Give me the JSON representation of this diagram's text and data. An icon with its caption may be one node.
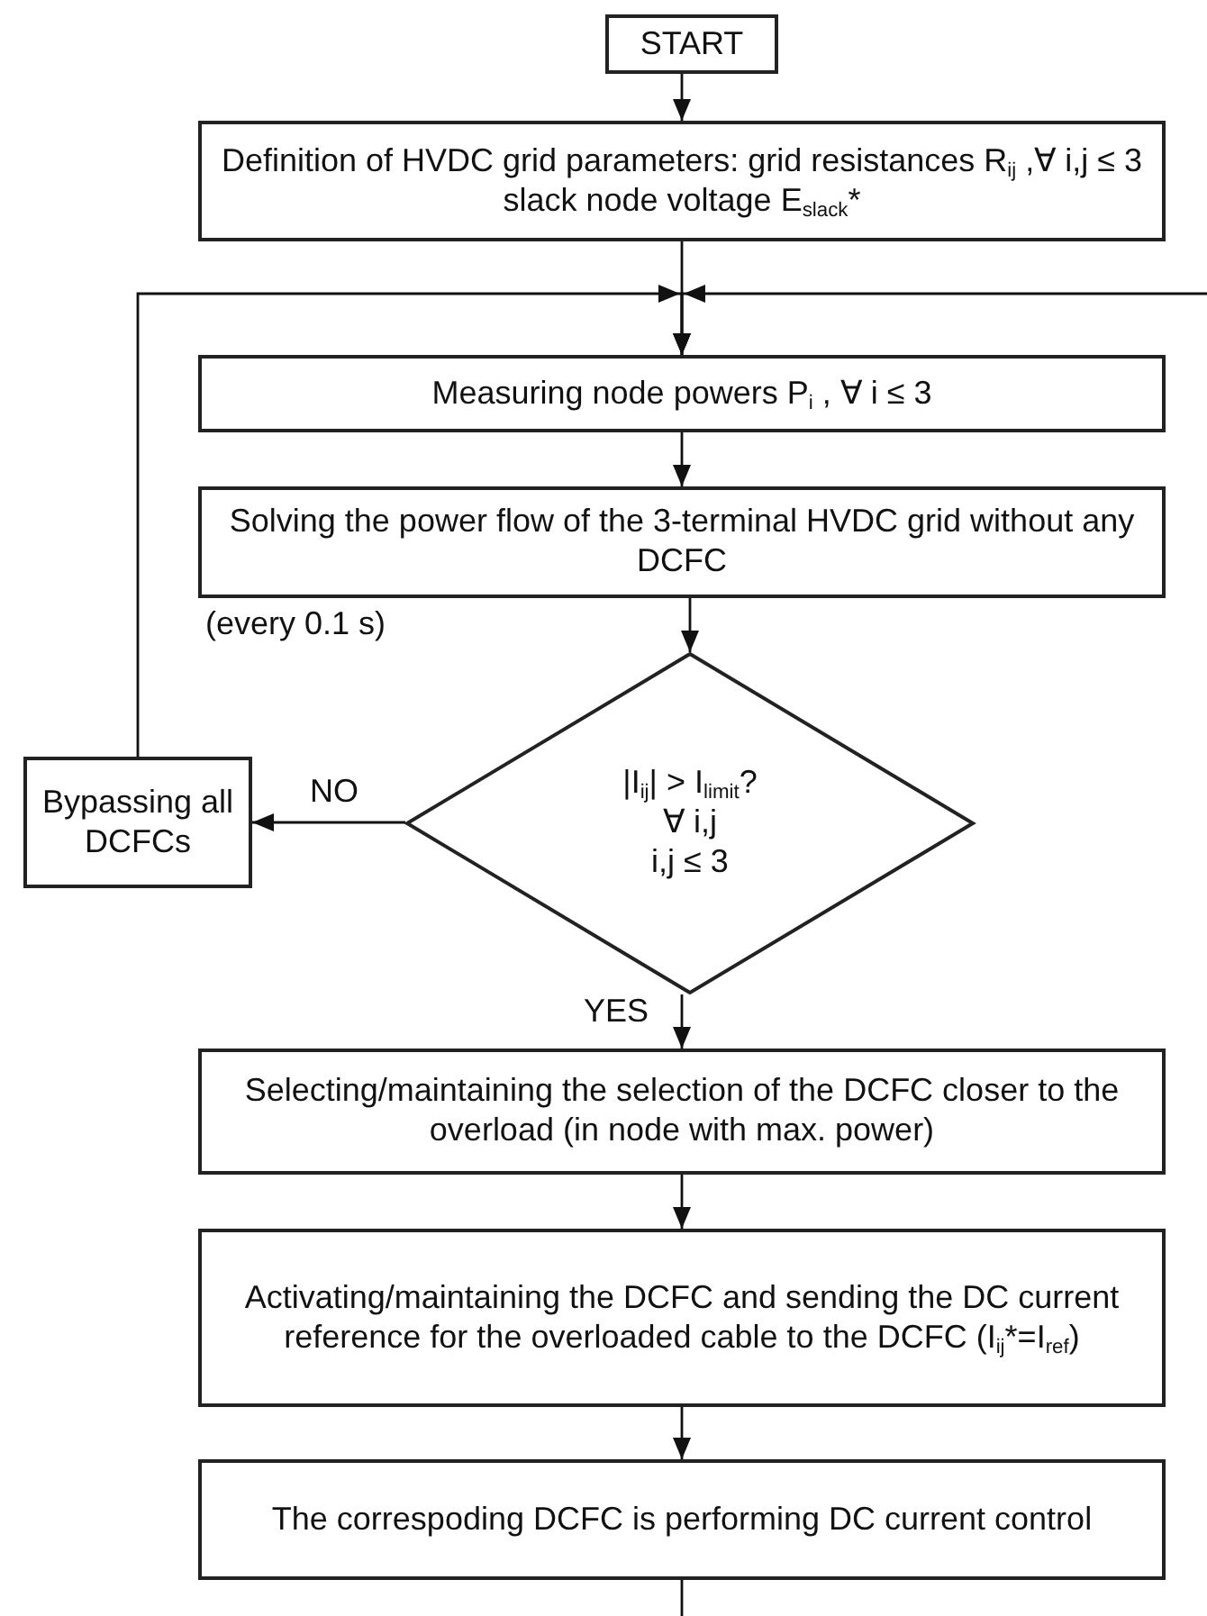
{
  "diagram": {
    "nodes": [
      {
        "text": [
          "START"
        ]
      },
      {
        "text": [
          "Definition of HVDC grid parameters: grid resistances R$_{ij}$ ,∀ i,j ≤ 3  slack node voltage E$_{slack}$*"
        ]
      },
      {
        "text": [
          "Measuring node powers P$_{i}$ , ∀ i ≤ 3"
        ]
      },
      {
        "text": [
          "Solving the power flow of the 3-terminal HVDC grid without any DCFC"
        ],
        "beside": [
          "(every 0.1 s)"
        ]
      },
      {
        "text": [
          "|I$_{ij}$| > I$_{limit}$?",
          "∀ i,j",
          "i,j ≤ 3"
        ]
      },
      {
        "text": [
          "Bypassing all DCFCs"
        ]
      },
      {
        "text": [
          "Selecting/maintaining the selection of the DCFC closer to the overload (in node with max. power)"
        ]
      },
      {
        "text": [
          "Activating/maintaining the DCFC and sending the DC current reference for the overloaded cable to the DCFC (I$_{ij}$*=I$_{ref}$)"
        ]
      },
      {
        "text": [
          "The correspoding DCFC is performing DC current control"
        ]
      }
    ],
    "edges": [
      {
        "from": 0,
        "to": 1,
        "arrow": "to"
      },
      {
        "from": 1,
        "to": 2,
        "arrow": "to"
      },
      {
        "from": 2,
        "to": 3,
        "arrow": "to"
      },
      {
        "from": 3,
        "to": 4,
        "arrow": "to"
      },
      {
        "from": 4,
        "to": 5,
        "arrow": "to",
        "label": "NO"
      },
      {
        "from": 5,
        "to": 2,
        "arrow": "to"
      },
      {
        "from": 4,
        "to": 6,
        "arrow": "to",
        "label": "YES"
      },
      {
        "from": 6,
        "to": 7,
        "arrow": "to"
      },
      {
        "from": 7,
        "to": 8,
        "arrow": "to"
      },
      {
        "from": 8,
        "to": null,
        "arrow": "none"
      },
      {
        "from": null,
        "to": 2,
        "arrow": "to"
      }
    ]
  }
}
